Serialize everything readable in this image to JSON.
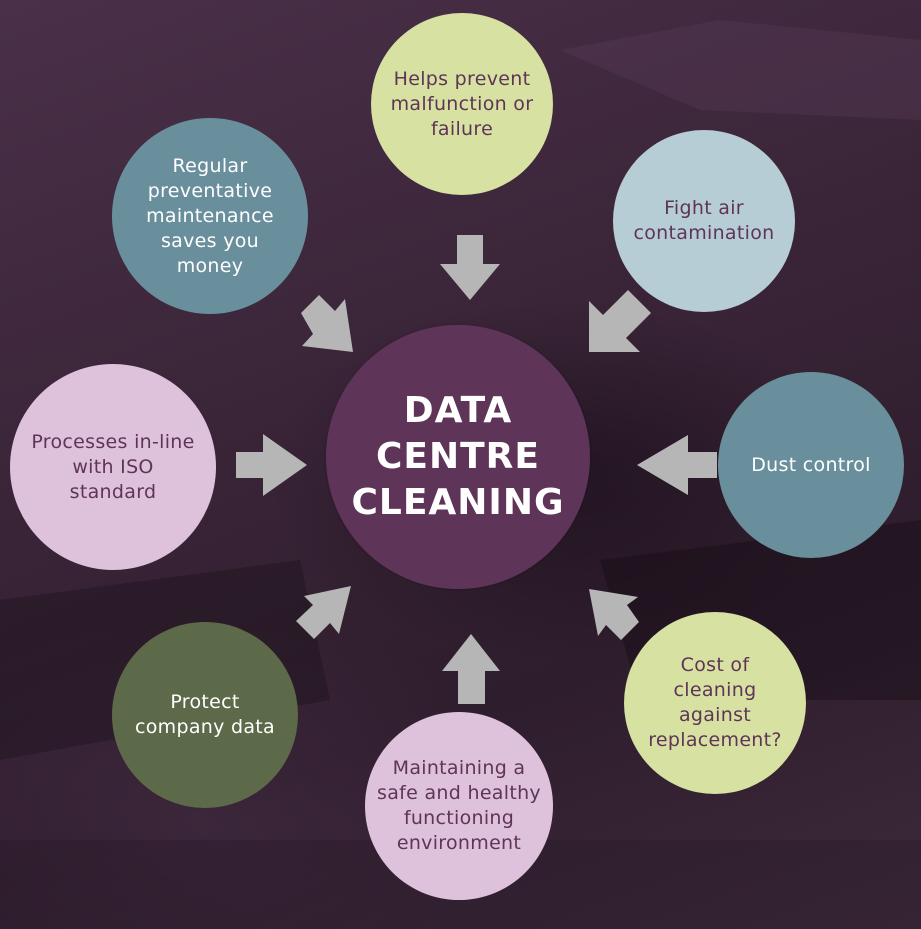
{
  "center": {
    "label": "DATA CENTRE CLEANING",
    "color": "#5e3558"
  },
  "nodes": {
    "top": {
      "label": "Helps prevent malfunction or failure",
      "color": "#d7e1a1",
      "text_color": "#5e3558"
    },
    "top_right": {
      "label": "Fight air contamination",
      "color": "#b7cdd5",
      "text_color": "#5e3558"
    },
    "right": {
      "label": "Dust control",
      "color": "#6a8f9c",
      "text_color": "#ffffff"
    },
    "bottom_right": {
      "label": "Cost of cleaning against replacement?",
      "color": "#d7e1a1",
      "text_color": "#5e3558"
    },
    "bottom": {
      "label": "Maintaining a safe and healthy functioning environment",
      "color": "#dec1db",
      "text_color": "#5e3558"
    },
    "bottom_left": {
      "label": "Protect company data",
      "color": "#5d6a4a",
      "text_color": "#ffffff"
    },
    "left": {
      "label": "Processes in-line with ISO standard",
      "color": "#dec1db",
      "text_color": "#5e3558"
    },
    "top_left": {
      "label": "Regular preventative maintenance saves you money",
      "color": "#6a8f9c",
      "text_color": "#ffffff"
    }
  },
  "arrow_color": "#b6b6b6"
}
